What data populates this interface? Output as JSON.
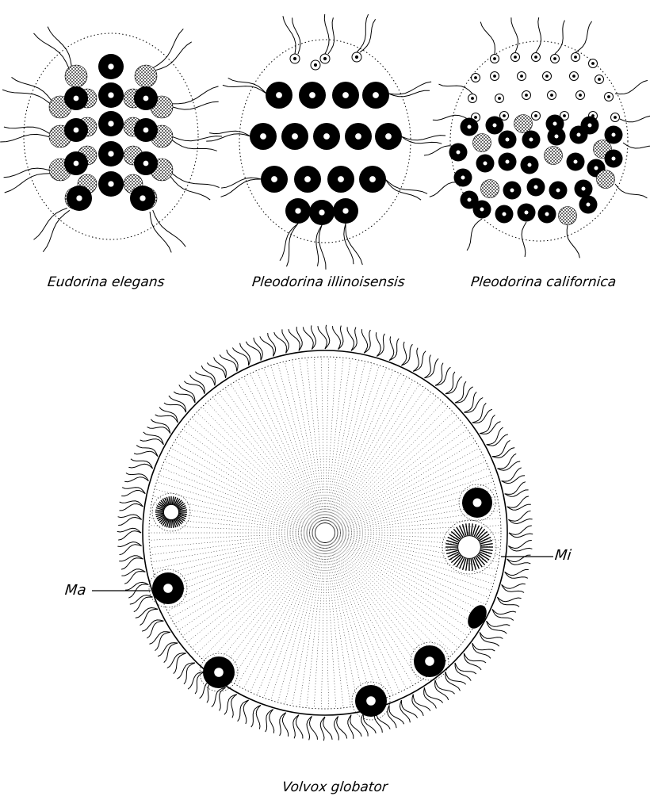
{
  "figure": {
    "captions": {
      "eudorina": "Eudorina elegans",
      "pleodorina_illinoisensis": "Pleodorina illinoisensis",
      "pleodorina_californica": "Pleodorina californica",
      "volvox": "Volvox globator"
    },
    "labels": {
      "ma": "Ma",
      "mi": "Mi"
    },
    "colors": {
      "ink": "#000000",
      "paper": "#ffffff",
      "stipple": "#555555"
    }
  }
}
